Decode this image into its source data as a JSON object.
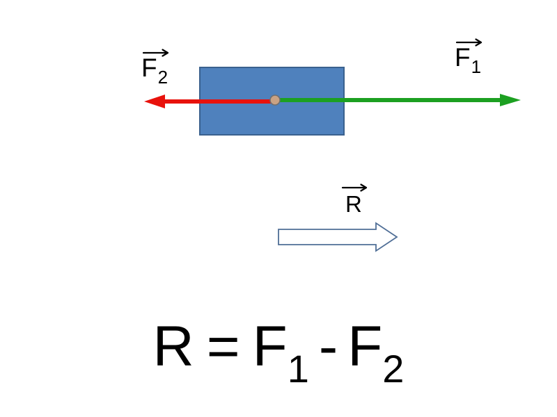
{
  "diagram": {
    "labels": {
      "f2_base": "F",
      "f2_sub": "2",
      "f1_base": "F",
      "f1_sub": "1",
      "r": "R"
    },
    "formula": {
      "lhs": "R",
      "equals": "=",
      "f1_base": "F",
      "f1_sub": "1",
      "minus": "-",
      "f2_base": "F",
      "f2_sub": "2"
    },
    "colors": {
      "block_fill": "#4f81bd",
      "block_stroke": "#3a618e",
      "force_left_red": "#e8120c",
      "force_right_green": "#1ca021",
      "resultant_fill": "#ffffff",
      "resultant_stroke": "#4f6e96",
      "dot_fill": "#c9a284",
      "dot_stroke": "#6e6e6e",
      "text": "#000000"
    }
  }
}
